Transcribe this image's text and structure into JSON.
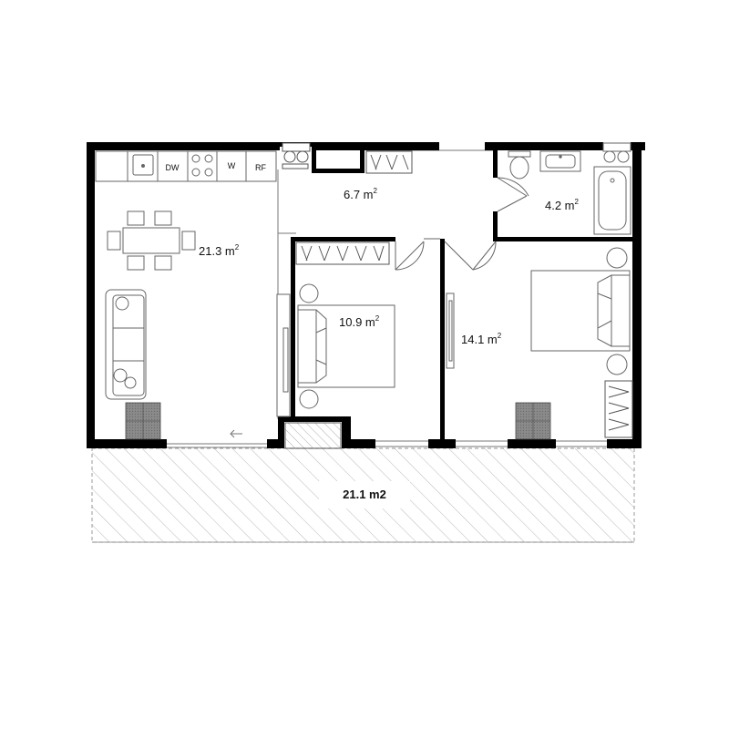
{
  "rooms": {
    "living": {
      "area": "21.3 m",
      "sup": "2"
    },
    "hall": {
      "area": "6.7 m",
      "sup": "2"
    },
    "bath": {
      "area": "4.2 m",
      "sup": "2"
    },
    "bedroom_small": {
      "area": "10.9 m",
      "sup": "2"
    },
    "bedroom_large": {
      "area": "14.1 m",
      "sup": "2"
    },
    "terrace": {
      "area": "21.1 m2"
    }
  },
  "appliances": {
    "dishwasher": "DW",
    "washer": "W",
    "fridge": "RF"
  },
  "colors": {
    "wall": "#000000",
    "line": "#555555",
    "hatch": "#b8b8b8",
    "furniture": "#666666",
    "column_fill": "#7a7a7a"
  }
}
